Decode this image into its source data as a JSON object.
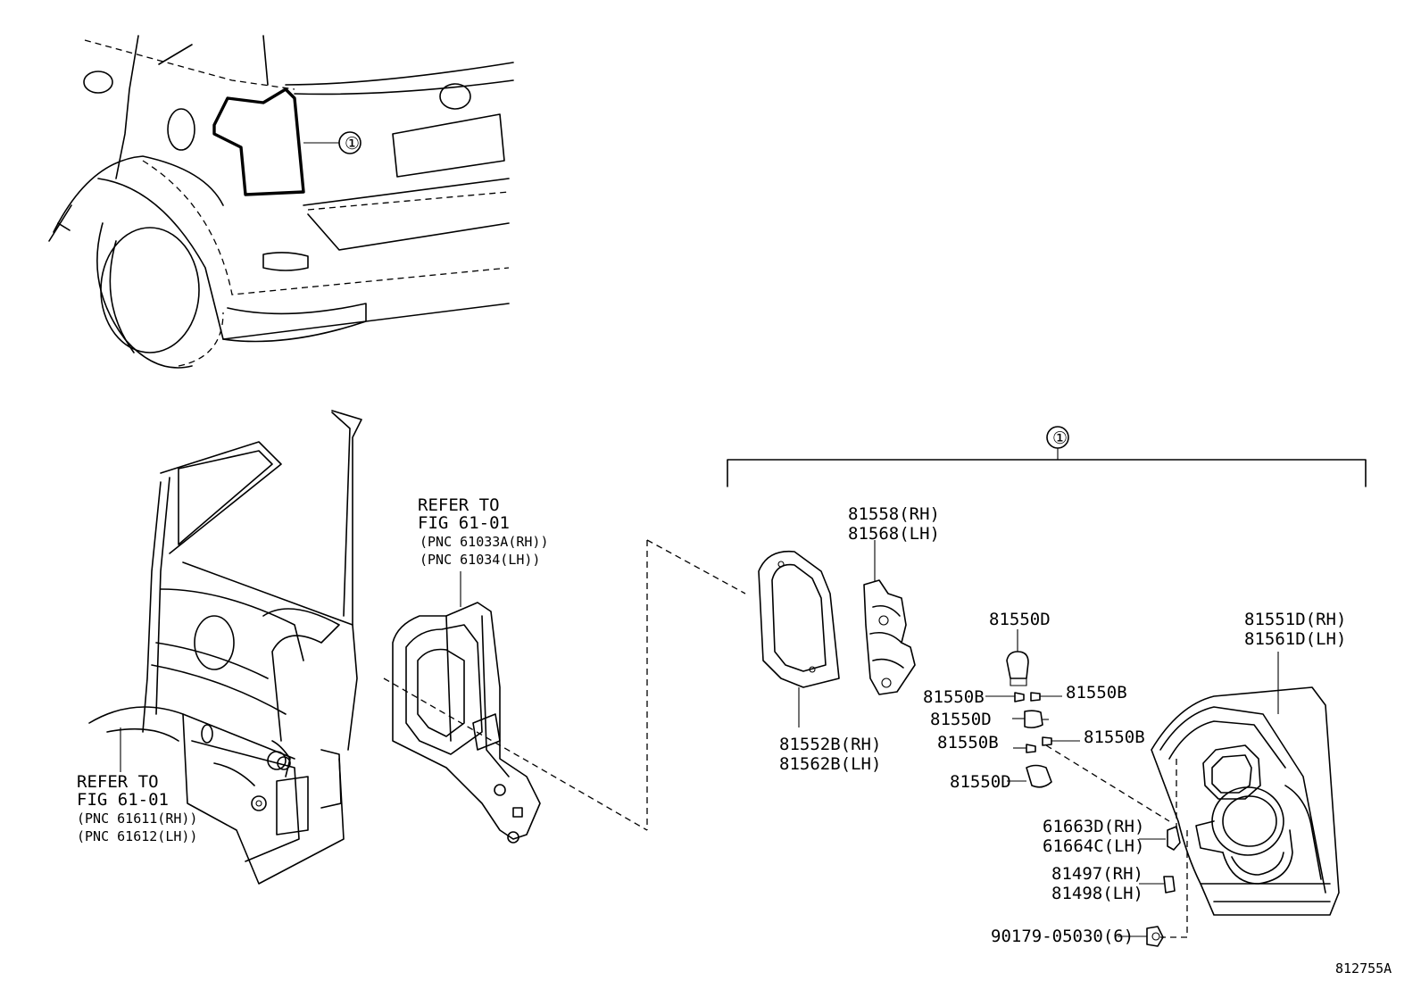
{
  "callout": {
    "symbol": "①"
  },
  "labels": {
    "refer_upper": {
      "line1": "REFER TO",
      "line2": "FIG 61-01",
      "line3": "(PNC 61033A(RH))",
      "line4": "(PNC 61034(LH))"
    },
    "refer_lower": {
      "line1": "REFER TO",
      "line2": "FIG 61-01",
      "line3": "(PNC 61611(RH))",
      "line4": "(PNC 61612(LH))"
    },
    "p81558": {
      "rh": "81558(RH)",
      "lh": "81568(LH)"
    },
    "p81552": {
      "rh": "81552B(RH)",
      "lh": "81562B(LH)"
    },
    "p81551": {
      "rh": "81551D(RH)",
      "lh": "81561D(LH)"
    },
    "p61663": {
      "rh": "61663D(RH)",
      "lh": "61664C(LH)"
    },
    "p81497": {
      "rh": "81497(RH)",
      "lh": "81498(LH)"
    },
    "bulb_d_top": "81550D",
    "bulb_b_left1": "81550B",
    "bulb_b_right1": "81550B",
    "bulb_d_mid": "81550D",
    "bulb_b_left2": "81550B",
    "bulb_b_right2": "81550B",
    "bulb_d_bottom": "81550D",
    "screw": "90179-05030(6)",
    "figure_id": "812755A"
  }
}
